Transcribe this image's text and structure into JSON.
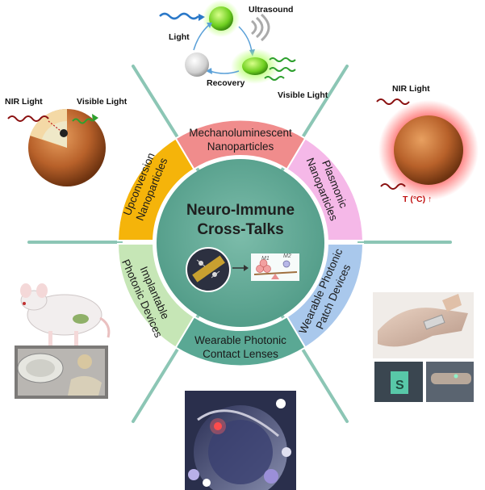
{
  "center": {
    "line1": "Neuro-Immune",
    "line2": "Cross-Talks",
    "m1": "M1",
    "m2": "M2"
  },
  "segments": {
    "mechano": {
      "line1": "Mechanoluminescent",
      "line2": "Nanoparticles",
      "color": "#f08c8c"
    },
    "plasmonic": {
      "line1": "Plasmonic",
      "line2": "Nanoparticles",
      "color": "#f5b8e8"
    },
    "patch": {
      "line1": "Wearable Photonic",
      "line2": "Patch Devices",
      "color": "#a9c8ec"
    },
    "lens": {
      "line1": "Wearable Photonic",
      "line2": "Contact Lenses",
      "color": "#5aa894"
    },
    "implant": {
      "line1": "Implantable",
      "line2": "Photonic Devices",
      "color": "#c6e6b6"
    },
    "upconv": {
      "line1": "Upconversion",
      "line2": "Nanoparticles",
      "color": "#f5b40a"
    }
  },
  "top_panel": {
    "light": "Light",
    "ultrasound": "Ultrasound",
    "recovery": "Recovery",
    "visible_light": "Visible Light"
  },
  "left_panel": {
    "nir_light": "NIR Light",
    "visible_light": "Visible Light"
  },
  "right_panel": {
    "nir_light": "NIR Light",
    "temperature": "T (°C) ↑"
  },
  "colors": {
    "center_fill": "#5fa895",
    "divider": "#8cc6b5",
    "red_wave": "#8a1010",
    "blue_wave": "#2a78c8",
    "green_wave": "#2ea02e"
  }
}
